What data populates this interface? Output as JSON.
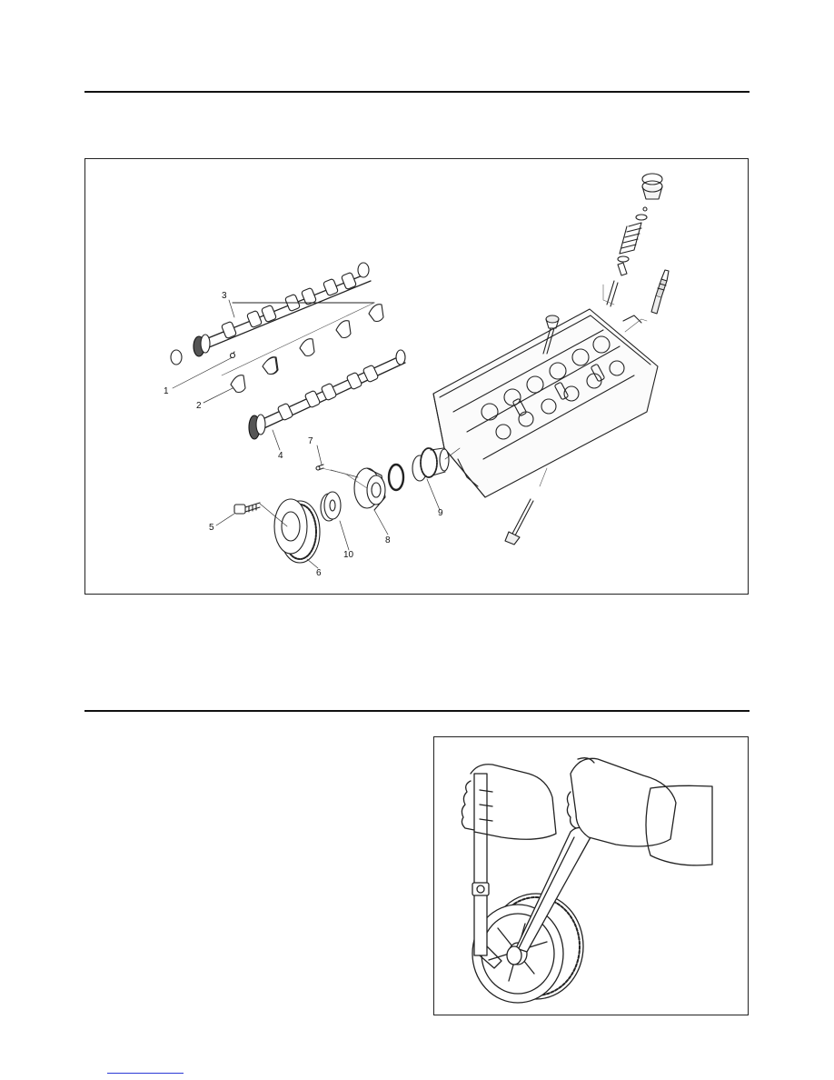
{
  "figure1": {
    "callouts": [
      "1",
      "2",
      "3",
      "4",
      "5",
      "6",
      "7",
      "8",
      "9",
      "10"
    ]
  }
}
